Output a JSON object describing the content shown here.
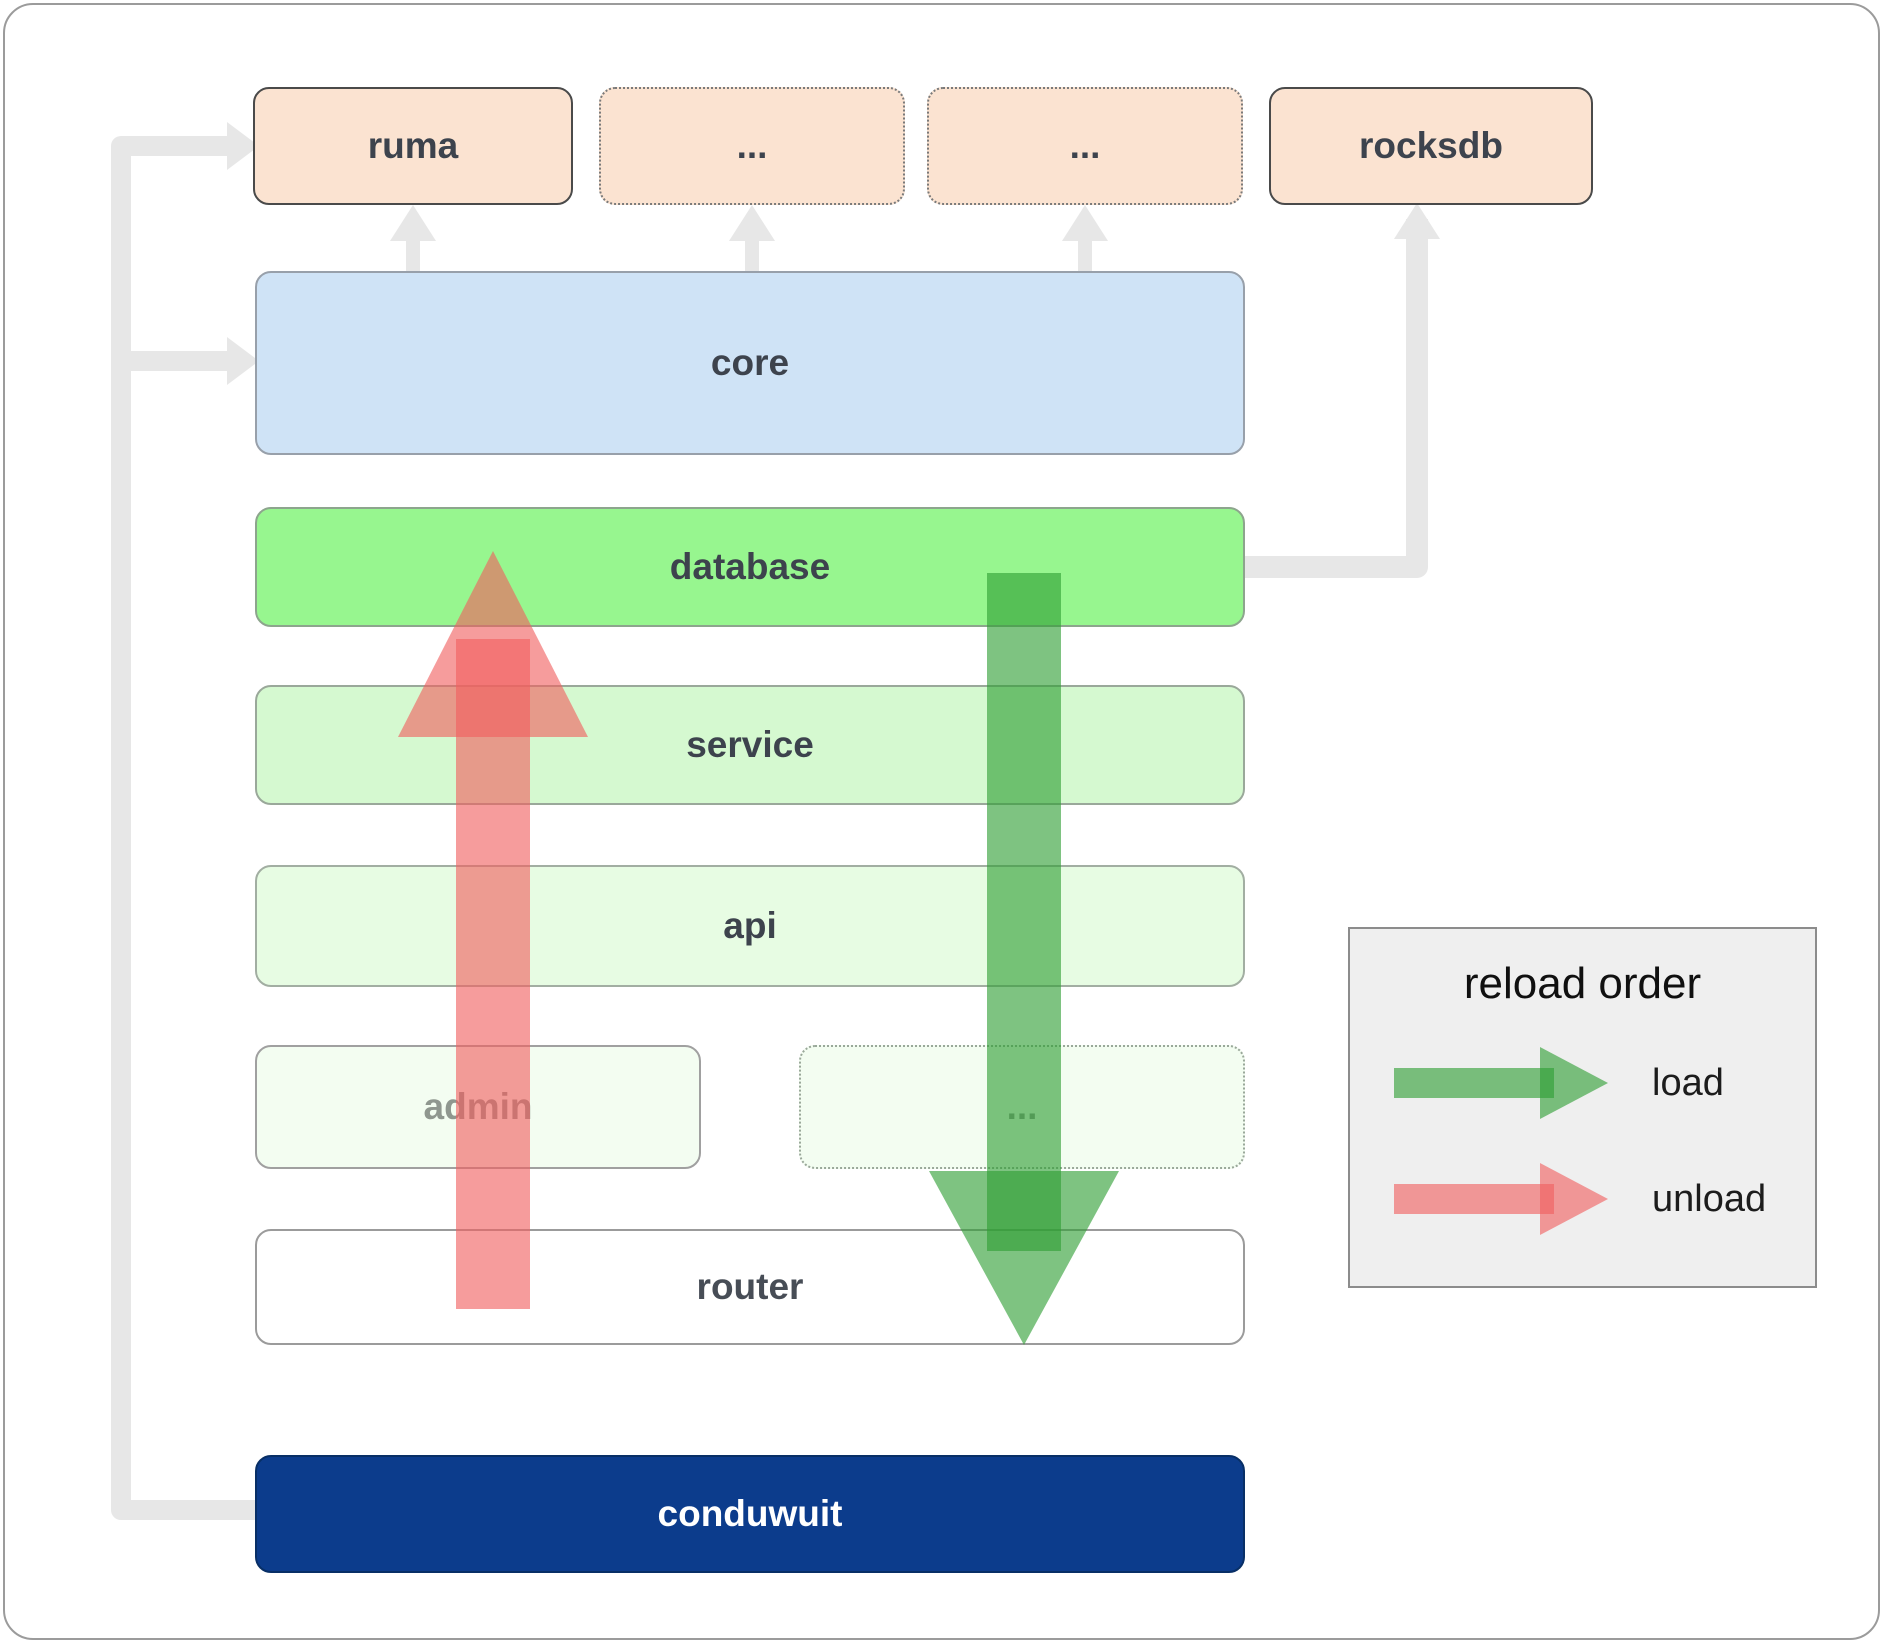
{
  "nodes": {
    "ruma": {
      "label": "ruma",
      "fill": "#fbe3d1"
    },
    "etop1": {
      "label": "...",
      "fill": "#fbe3d1"
    },
    "etop2": {
      "label": "...",
      "fill": "#fbe3d1"
    },
    "rocksdb": {
      "label": "rocksdb",
      "fill": "#fbe3d1"
    },
    "core": {
      "label": "core",
      "fill": "#cfe3f6"
    },
    "database": {
      "label": "database",
      "fill": "#97f68f"
    },
    "service": {
      "label": "service",
      "fill": "#d5f9d0"
    },
    "api": {
      "label": "api",
      "fill": "#e7fce3"
    },
    "admin": {
      "label": "admin",
      "fill": "#f3fdf1"
    },
    "emid": {
      "label": "...",
      "fill": "#f3fdf1"
    },
    "router": {
      "label": "router",
      "fill": "#ffffff"
    },
    "conduwuit": {
      "label": "conduwuit",
      "fill": "#0c3c8c"
    }
  },
  "edges": [
    {
      "from": "core",
      "to": "ruma"
    },
    {
      "from": "core",
      "to": "etop1"
    },
    {
      "from": "core",
      "to": "etop2"
    },
    {
      "from": "database",
      "to": "rocksdb"
    },
    {
      "from": "conduwuit",
      "to": "ruma"
    },
    {
      "from": "conduwuit",
      "to": "core"
    }
  ],
  "flows": [
    {
      "name": "load",
      "direction": "down",
      "color": "#2f9e33"
    },
    {
      "name": "unload",
      "direction": "up",
      "color": "#f15f5f"
    }
  ],
  "legend": {
    "title": "reload order",
    "items": [
      {
        "label": "load",
        "color": "#2f9e33"
      },
      {
        "label": "unload",
        "color": "#f15f5f"
      }
    ]
  },
  "colors": {
    "connector": "#e7e7e7",
    "background": "#ffffff"
  }
}
